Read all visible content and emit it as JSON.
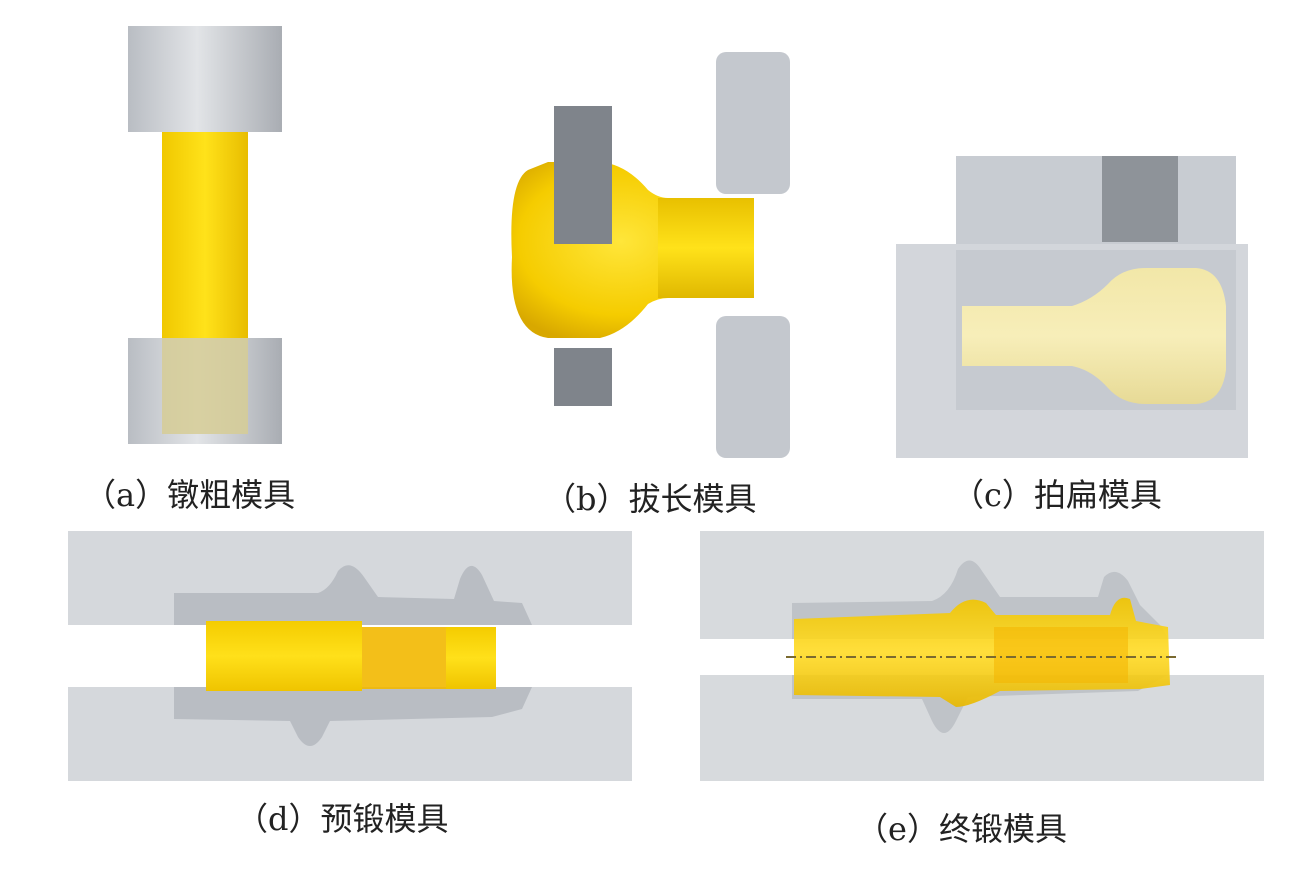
{
  "figure": {
    "panels": [
      {
        "id": "a",
        "caption": "（a）镦粗模具"
      },
      {
        "id": "b",
        "caption": "（b）拔长模具"
      },
      {
        "id": "c",
        "caption": "（c）拍扁模具"
      },
      {
        "id": "d",
        "caption": "（d）预锻模具"
      },
      {
        "id": "e",
        "caption": "（e）终锻模具"
      }
    ],
    "colors": {
      "die_gray": "#c9cdd3",
      "die_dark": "#8a8f96",
      "billet_yellow": "#f5d200",
      "billet_pale": "#ecdf9a",
      "background_panel": "#e4e6e9"
    }
  }
}
